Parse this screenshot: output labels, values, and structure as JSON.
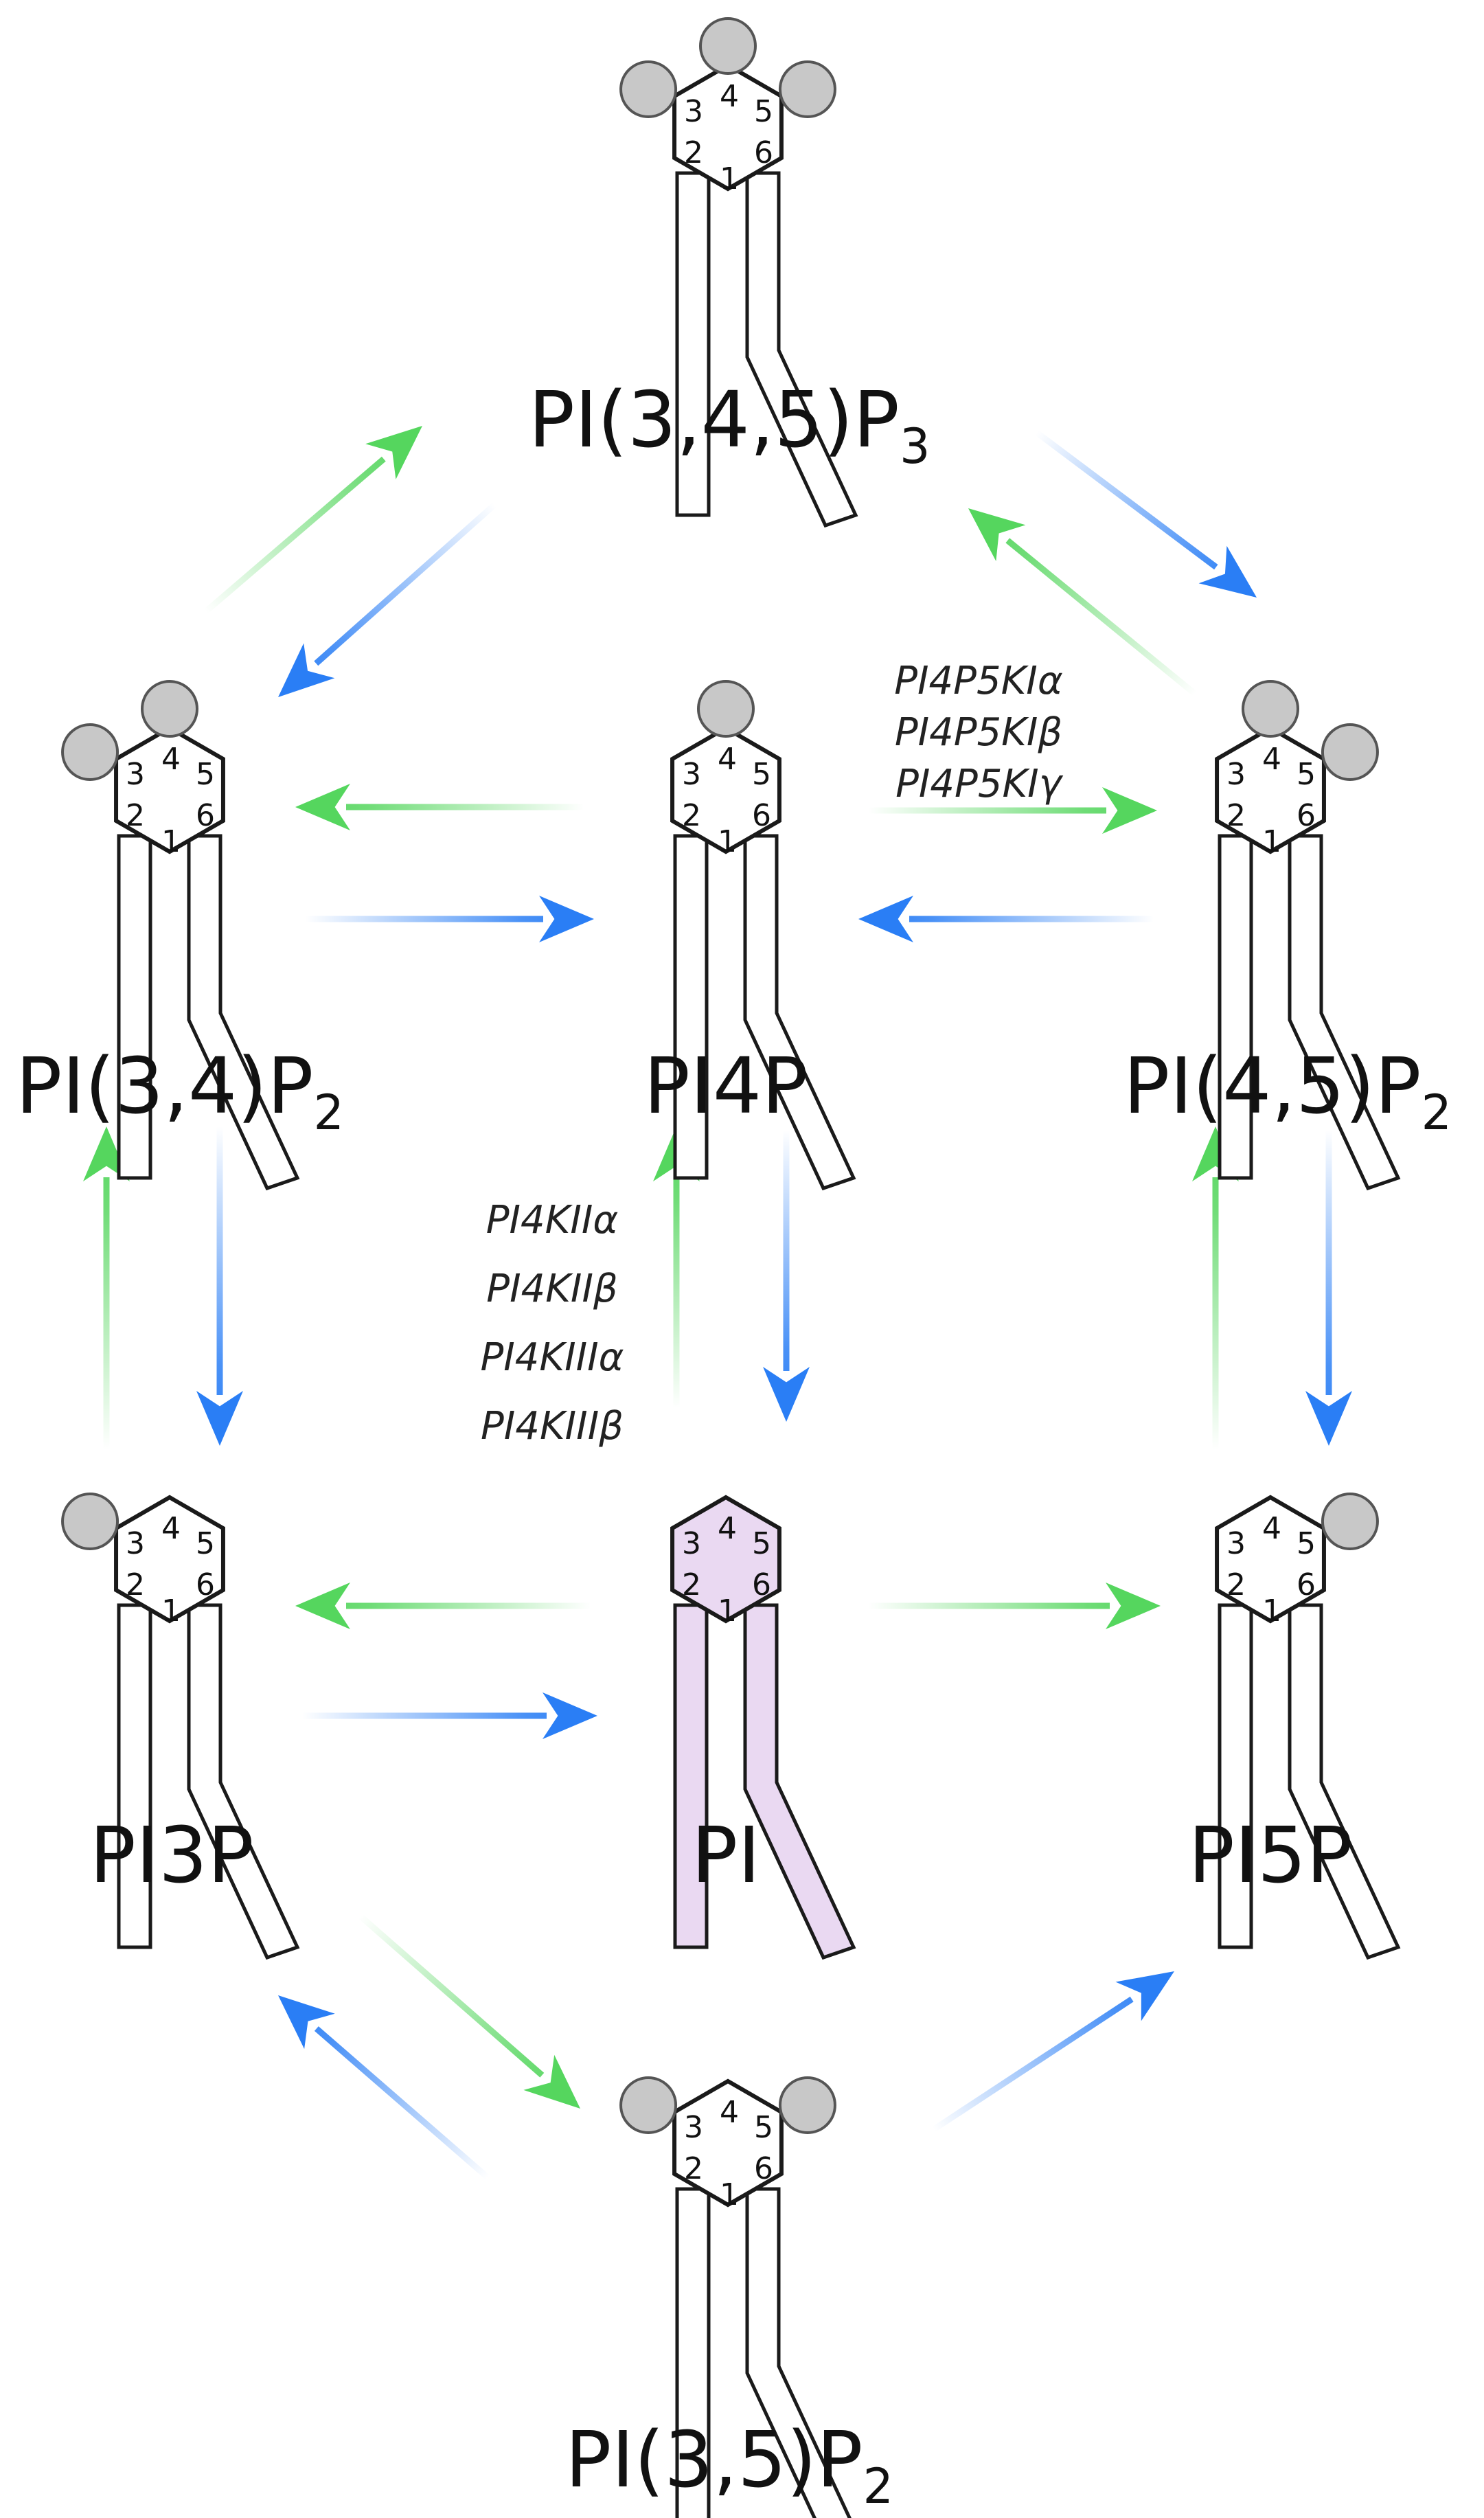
{
  "colors": {
    "green_arrow": "#55d65e",
    "blue_arrow": "#2a7ef5",
    "phosphate": "#c8c8c8",
    "pi_fill": "#ead9f2",
    "outline": "#1a1a1a"
  },
  "molecules": [
    {
      "id": "pi345p3",
      "name": "PI(3,4,5)P",
      "sub": "3",
      "phosphates": [
        3,
        4,
        5
      ],
      "highlight": false
    },
    {
      "id": "pi34p2",
      "name": "PI(3,4)P",
      "sub": "2",
      "phosphates": [
        3,
        4
      ],
      "highlight": false
    },
    {
      "id": "pi4p",
      "name": "PI4P",
      "sub": "",
      "phosphates": [
        4
      ],
      "highlight": false
    },
    {
      "id": "pi45p2",
      "name": "PI(4,5)P",
      "sub": "2",
      "phosphates": [
        4,
        5
      ],
      "highlight": false
    },
    {
      "id": "pi3p",
      "name": "PI3P",
      "sub": "",
      "phosphates": [
        3
      ],
      "highlight": false
    },
    {
      "id": "pi",
      "name": "PI",
      "sub": "",
      "phosphates": [],
      "highlight": true
    },
    {
      "id": "pi5p",
      "name": "PI5P",
      "sub": "",
      "phosphates": [
        5
      ],
      "highlight": false
    },
    {
      "id": "pi35p2",
      "name": "PI(3,5)P",
      "sub": "2",
      "phosphates": [
        3,
        5
      ],
      "highlight": false
    }
  ],
  "ring_numbers": [
    "1",
    "2",
    "3",
    "4",
    "5",
    "6"
  ],
  "enzymes": {
    "pi4p_to_pi45p2": [
      "PI4P5KIα",
      "PI4P5KIβ",
      "PI4P5KIγ"
    ],
    "pi_to_pi4p": [
      "PI4KIIα",
      "PI4KIIβ",
      "PI4KIIIα",
      "PI4KIIIβ"
    ]
  },
  "arrows": [
    {
      "from": "pi34p2",
      "to": "pi345p3",
      "kind": "green"
    },
    {
      "from": "pi345p3",
      "to": "pi34p2",
      "kind": "blue"
    },
    {
      "from": "pi345p3",
      "to": "pi45p2",
      "kind": "blue"
    },
    {
      "from": "pi45p2",
      "to": "pi345p3",
      "kind": "green"
    },
    {
      "from": "pi4p",
      "to": "pi34p2",
      "kind": "green"
    },
    {
      "from": "pi34p2",
      "to": "pi4p",
      "kind": "blue"
    },
    {
      "from": "pi4p",
      "to": "pi45p2",
      "kind": "green"
    },
    {
      "from": "pi45p2",
      "to": "pi4p",
      "kind": "blue"
    },
    {
      "from": "pi3p",
      "to": "pi34p2",
      "kind": "green"
    },
    {
      "from": "pi34p2",
      "to": "pi3p",
      "kind": "blue"
    },
    {
      "from": "pi",
      "to": "pi4p",
      "kind": "green"
    },
    {
      "from": "pi4p",
      "to": "pi",
      "kind": "blue"
    },
    {
      "from": "pi5p",
      "to": "pi45p2",
      "kind": "green"
    },
    {
      "from": "pi45p2",
      "to": "pi5p",
      "kind": "blue"
    },
    {
      "from": "pi",
      "to": "pi3p",
      "kind": "green"
    },
    {
      "from": "pi3p",
      "to": "pi",
      "kind": "blue"
    },
    {
      "from": "pi",
      "to": "pi5p",
      "kind": "green"
    },
    {
      "from": "pi3p",
      "to": "pi35p2",
      "kind": "green"
    },
    {
      "from": "pi35p2",
      "to": "pi3p",
      "kind": "blue"
    },
    {
      "from": "pi35p2",
      "to": "pi5p",
      "kind": "blue"
    }
  ]
}
